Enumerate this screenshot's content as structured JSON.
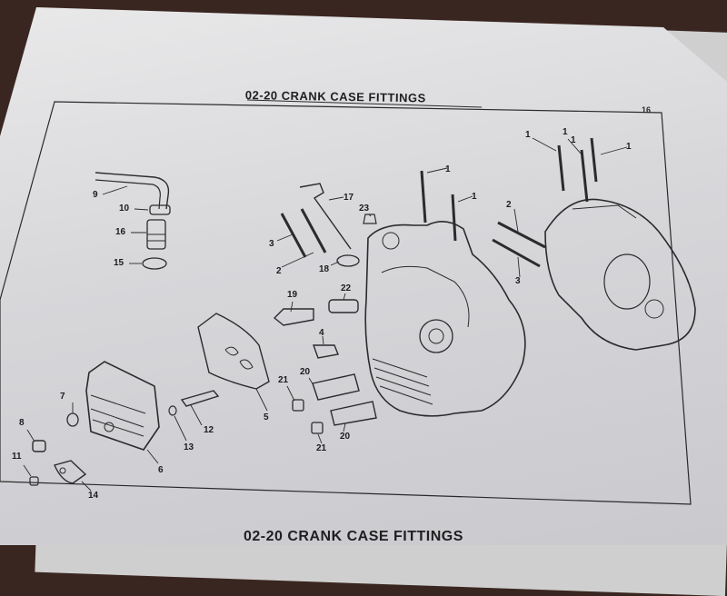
{
  "page": {
    "title": "02-20 CRANK CASE FITTINGS",
    "page_number": "16",
    "next_page_title": "02-20 CRANK CASE FITTINGS"
  },
  "callouts": [
    {
      "id": "c-1a",
      "text": "1"
    },
    {
      "id": "c-1b",
      "text": "1"
    },
    {
      "id": "c-1c",
      "text": "1"
    },
    {
      "id": "c-1d",
      "text": "1"
    },
    {
      "id": "c-1e",
      "text": "1"
    },
    {
      "id": "c-1f",
      "text": "1"
    },
    {
      "id": "c-2a",
      "text": "2"
    },
    {
      "id": "c-2b",
      "text": "2"
    },
    {
      "id": "c-3a",
      "text": "3"
    },
    {
      "id": "c-3b",
      "text": "3"
    },
    {
      "id": "c-4",
      "text": "4"
    },
    {
      "id": "c-5",
      "text": "5"
    },
    {
      "id": "c-6",
      "text": "6"
    },
    {
      "id": "c-7",
      "text": "7"
    },
    {
      "id": "c-8",
      "text": "8"
    },
    {
      "id": "c-9",
      "text": "9"
    },
    {
      "id": "c-10",
      "text": "10"
    },
    {
      "id": "c-11",
      "text": "11"
    },
    {
      "id": "c-12",
      "text": "12"
    },
    {
      "id": "c-13",
      "text": "13"
    },
    {
      "id": "c-14",
      "text": "14"
    },
    {
      "id": "c-15",
      "text": "15"
    },
    {
      "id": "c-16",
      "text": "16"
    },
    {
      "id": "c-17",
      "text": "17"
    },
    {
      "id": "c-18",
      "text": "18"
    },
    {
      "id": "c-19",
      "text": "19"
    },
    {
      "id": "c-20a",
      "text": "20"
    },
    {
      "id": "c-20b",
      "text": "20"
    },
    {
      "id": "c-21a",
      "text": "21"
    },
    {
      "id": "c-21b",
      "text": "21"
    },
    {
      "id": "c-22",
      "text": "22"
    },
    {
      "id": "c-23",
      "text": "23"
    }
  ]
}
